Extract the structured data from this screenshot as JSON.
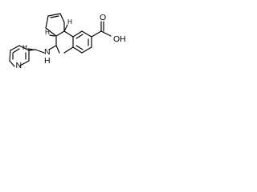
{
  "molecule": {
    "labels": {
      "pyridine_n": "N",
      "amine_n": "N",
      "amine_h": "H",
      "carboxyl_o_h": "OH",
      "carboxyl_o": "O",
      "stereo_h_top": "H",
      "stereo_h_left": "H",
      "stereo_h_right": "H"
    }
  }
}
